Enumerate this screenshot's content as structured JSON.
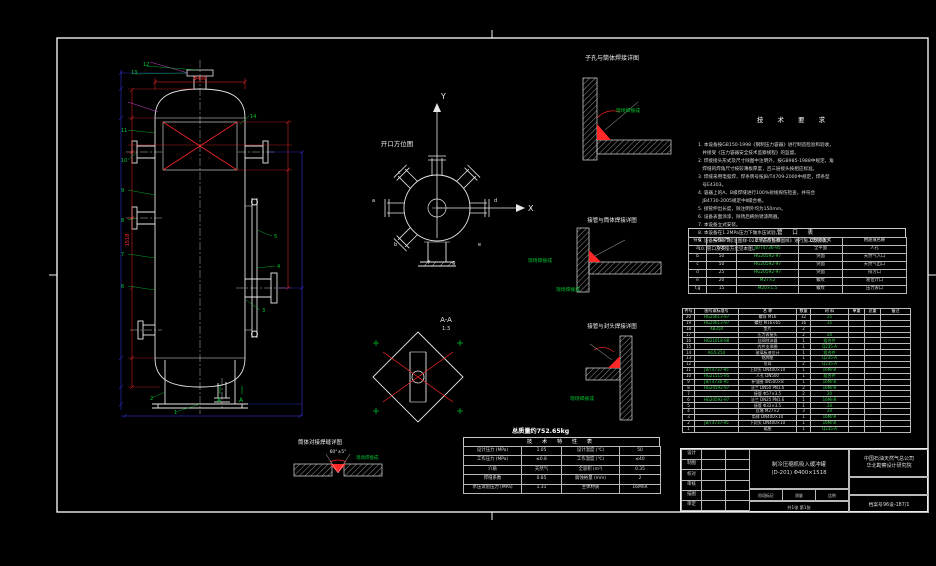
{
  "colors": {
    "red": "#ff2828",
    "blue": "#3a3aff",
    "green": "#00cc33",
    "magenta": "#cc44cc",
    "line": "#e8e8e8"
  },
  "labels": {
    "axis_x": "X",
    "axis_y": "Y",
    "orientation_title": "开口方位图",
    "section_title": "A-A",
    "section_scale": "1:3",
    "detail1_title": "子孔与筒体焊接详图",
    "detail2_title": "接管与筒体焊接详图",
    "detail3_title": "接管与封头焊接详图",
    "detail4_title": "筒体对接焊缝详图",
    "weld_note": "现场焊接成",
    "angle_note": "60°±5°",
    "mass_note": "总质量约752.65kg",
    "dim_dia": "Φ400",
    "dim_height": "1518",
    "section_mark_a": "A"
  },
  "callouts": [
    "13",
    "12",
    "11",
    "10",
    "9",
    "8",
    "7",
    "6",
    "5",
    "4",
    "3",
    "2",
    "1",
    "14"
  ],
  "nozzle_letters": [
    "a",
    "b",
    "c",
    "d",
    "e",
    "f",
    "g"
  ],
  "tech_req": {
    "title": "技 术 要 求",
    "lines": [
      "1. 本设备按GB150-1998《钢制压力容器》进行制造检验和验收，",
      "   并接受《压力容器安全技术监察规程》的监督。",
      "2. 焊接接头形式及尺寸除图中注明外，按GB985-1988中规定，角",
      "   焊缝的焊角尺寸按较薄板厚度，且三层接头按相应标准。",
      "3. 焊缝采用电弧焊，焊条牌号按JB/T4709-2000中规定，焊条型",
      "   号E4303。",
      "4. 容器上的A、B级焊缝进行100%射线探伤检查，并符合",
      "   JB4730-2005规定中Ⅱ级合格。",
      "5. 接管伸出长度，除注明外均为150mm。",
      "6. 设备表面涂漆，除锈后刷防锈漆两遍。",
      "7. 本设备立式安装。",
      "8. 本设备在1.2MPa压力下做水压试验。",
      "9. 设备按GB/T标准图样-021《设备监察图样》进行施工及验收。",
      "10. 管口及支座方位见本图。"
    ]
  },
  "nozzle_table": {
    "title": "管 口 表",
    "headers": [
      "符号",
      "公称尺寸",
      "连接尺寸标准",
      "连接面型式",
      "用途或名称"
    ],
    "rows": [
      [
        "a",
        "500",
        "JB/T4736-95",
        "全平面",
        "人孔"
      ],
      [
        "b",
        "50",
        "HG20592-97",
        "突面",
        "天然气入口"
      ],
      [
        "c",
        "50",
        "HG20592-97",
        "突面",
        "天然气出口"
      ],
      [
        "d",
        "25",
        "HG20592-97",
        "突面",
        "排污口"
      ],
      [
        "e",
        "20",
        "M27×2",
        "螺纹",
        "液位计口"
      ],
      [
        "f,g",
        "15",
        "M20×1.5",
        "螺纹",
        "压力表口"
      ]
    ]
  },
  "parts_table": {
    "headers": [
      "件号",
      "图号或标准号",
      "名  称",
      "数量",
      "材  料",
      "单重",
      "总重",
      "备注"
    ],
    "rows": [
      [
        "20",
        "HG20613-97",
        "螺母 M16",
        "32",
        "25",
        "",
        "",
        ""
      ],
      [
        "19",
        "HG20613-97",
        "螺柱 M16×65",
        "16",
        "35",
        "",
        "",
        ""
      ],
      [
        "18",
        "XB350",
        "垫片",
        "2",
        "",
        "",
        "",
        ""
      ],
      [
        "17",
        "",
        "压力表接头",
        "2",
        "20",
        "",
        "",
        ""
      ],
      [
        "16",
        "HG21618-98",
        "丝网除沫器",
        "1",
        "组合件",
        "",
        "",
        ""
      ],
      [
        "15",
        "",
        "内件支承圈",
        "1",
        "Q235-A",
        "",
        "",
        ""
      ],
      [
        "14",
        "AG5-254",
        "玻璃板液位计",
        "1",
        "组合件",
        "",
        "",
        ""
      ],
      [
        "13",
        "",
        "铭牌座",
        "1",
        "Q235-A",
        "",
        "",
        ""
      ],
      [
        "12",
        "",
        "吊耳",
        "2",
        "Q235-A",
        "",
        "",
        ""
      ],
      [
        "11",
        "JB/T4737-95",
        "上封头 DN400×10",
        "1",
        "16MnR",
        "",
        "",
        ""
      ],
      [
        "10",
        "HG21515-95",
        "人孔 DN500",
        "1",
        "组合件",
        "",
        "",
        ""
      ],
      [
        "9",
        "JB/T4736-95",
        "补强圈 dN500×8",
        "1",
        "16MnR",
        "",
        "",
        ""
      ],
      [
        "8",
        "HG20592-97",
        "法兰 DN50 PN1.6",
        "2",
        "16MnR",
        "",
        "",
        ""
      ],
      [
        "7",
        "",
        "接管 Φ57×3.5",
        "2",
        "20",
        "",
        "",
        ""
      ],
      [
        "6",
        "HG20592-97",
        "法兰 DN25 PN1.6",
        "1",
        "16MnR",
        "",
        "",
        ""
      ],
      [
        "5",
        "",
        "接管 Φ32×3.5",
        "1",
        "20",
        "",
        "",
        ""
      ],
      [
        "4",
        "",
        "丝堵 M27×2",
        "3",
        "20",
        "",
        "",
        ""
      ],
      [
        "3",
        "",
        "筒体 DN400×10",
        "1",
        "16MnR",
        "",
        "",
        ""
      ],
      [
        "2",
        "JB/T4737-95",
        "下封头 DN400×10",
        "1",
        "16MnR",
        "",
        "",
        ""
      ],
      [
        "1",
        "",
        "裙座",
        "1",
        "Q235-A",
        "",
        "",
        ""
      ]
    ]
  },
  "spec_table": {
    "title": "技 术 特 性 表",
    "rows": [
      [
        "设计压力 (MPa)",
        "1.05",
        "设计温度 (℃)",
        "50"
      ],
      [
        "工作压力 (MPa)",
        "≤0.8",
        "工作温度 (℃)",
        "≤40"
      ],
      [
        "介质",
        "天然气",
        "全容积 (m³)",
        "0.35"
      ],
      [
        "焊缝系数",
        "0.85",
        "腐蚀裕量 (mm)",
        "2"
      ],
      [
        "水压试验压力 (MPa)",
        "1.31",
        "主体材质",
        "16MnR"
      ]
    ]
  },
  "title_block": {
    "sig_rows": [
      [
        "设计",
        "",
        ""
      ],
      [
        "制图",
        "",
        ""
      ],
      [
        "校对",
        "",
        ""
      ],
      [
        "审核",
        "",
        ""
      ],
      [
        "描图",
        "",
        ""
      ],
      [
        "审定",
        "",
        ""
      ]
    ],
    "project_lines": [
      "制冷压缩机吸入缓冲罐",
      "(D-201) Φ400×1518"
    ],
    "company_lines": [
      "中国石油天然气总公司",
      "华北勘察设计研究院"
    ],
    "stage_label": "阶段标记",
    "mass_label": "质量",
    "scale_label": "比例",
    "sheet_label": "共1张 第1张",
    "archive_no": "档案号96设-187/1"
  }
}
